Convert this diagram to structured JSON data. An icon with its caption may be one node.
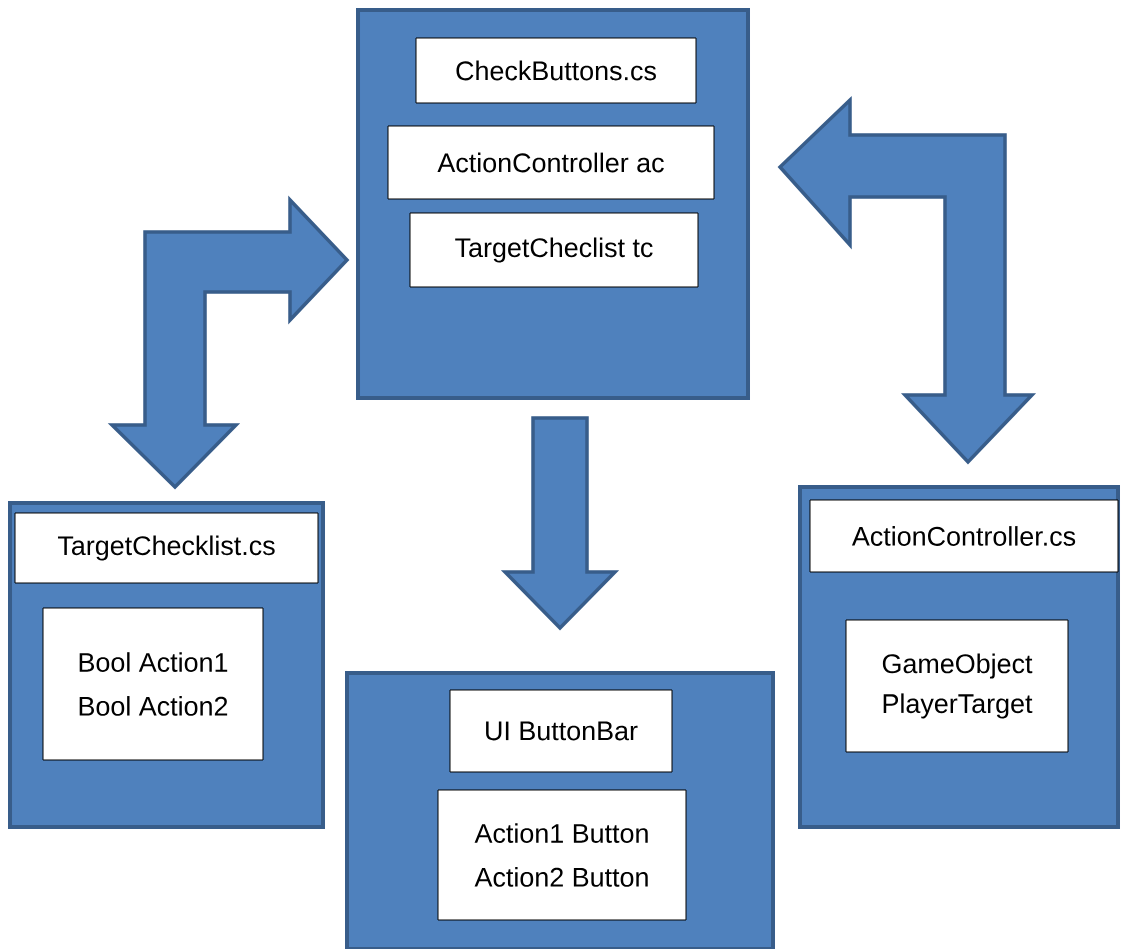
{
  "diagram": {
    "nodes": [
      {
        "text": [],
        "shape": "box"
      },
      {
        "text": [
          "CheckButtons.cs"
        ],
        "in": 0
      },
      {
        "text": [
          "ActionController ac"
        ],
        "in": 0
      },
      {
        "text": [
          "TargetCheclist tc"
        ],
        "in": 0
      },
      {
        "text": [],
        "shape": "box"
      },
      {
        "text": [
          "TargetChecklist.cs"
        ],
        "in": 4
      },
      {
        "text": [
          "Bool Action1",
          "Bool Action2"
        ],
        "in": 4
      },
      {
        "text": [],
        "shape": "box"
      },
      {
        "text": [
          "UI ButtonBar"
        ],
        "in": 7
      },
      {
        "text": [
          "Action1 Button",
          "Action2 Button"
        ],
        "in": 7
      },
      {
        "text": [],
        "shape": "box"
      },
      {
        "text": [
          "ActionController.cs"
        ],
        "in": 10
      },
      {
        "text": [
          "GameObject PlayerTarget"
        ],
        "in": 10
      }
    ],
    "edges": [
      {
        "from": 0,
        "to": 4,
        "arrow": "both"
      },
      {
        "from": 0,
        "to": 10,
        "arrow": "both"
      },
      {
        "from": 0,
        "to": 7,
        "arrow": "to"
      }
    ]
  }
}
